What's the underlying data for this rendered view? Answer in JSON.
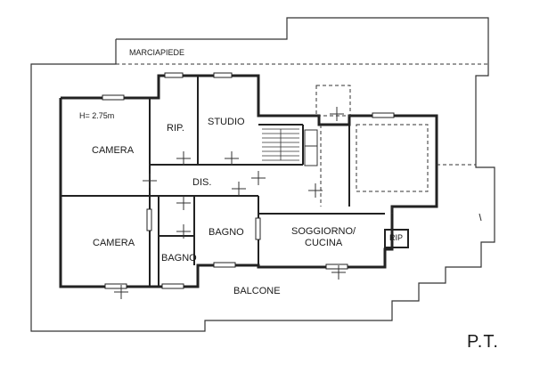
{
  "plan": {
    "street_label": "MARCIAPIEDE",
    "height_note": "H= 2.75m",
    "rooms": {
      "camera_top": "CAMERA",
      "camera_bottom": "CAMERA",
      "ripostiglio": "RIP.",
      "studio": "STUDIO",
      "disimpegno": "DIS.",
      "bagno_main": "BAGNO",
      "bagno_small": "BAGNO",
      "soggiorno_line1": "SOGGIORNO/",
      "soggiorno_line2": "CUCINA",
      "rip_small": "RIP"
    },
    "balcony_label": "BALCONE",
    "floor_label": "P.T."
  }
}
